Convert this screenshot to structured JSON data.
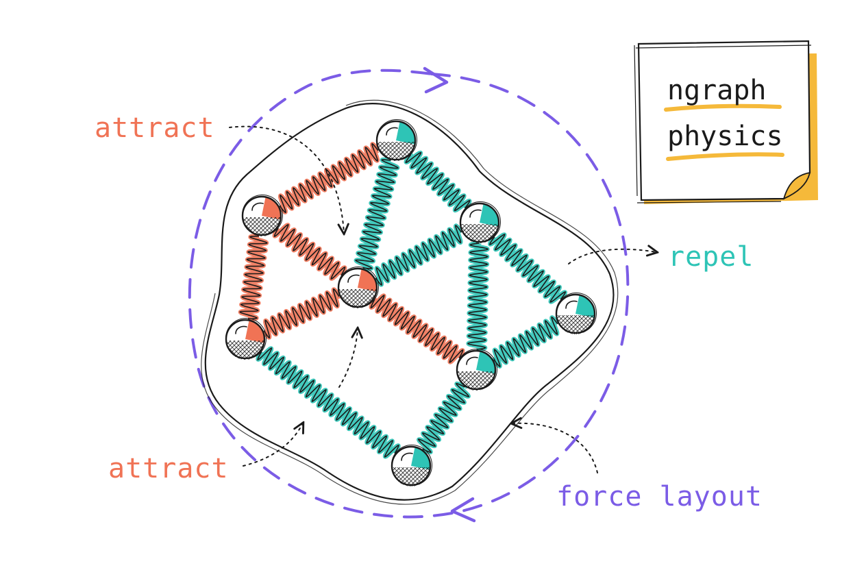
{
  "note": {
    "line1": "ngraph",
    "line2": "physics"
  },
  "labels": {
    "attract_top": "attract",
    "attract_bottom": "attract",
    "repel": "repel",
    "force_layout": "force layout"
  },
  "colors": {
    "attract": "#f07355",
    "repel": "#2ec4b6",
    "force": "#7b5ce6",
    "note_accent": "#f5b93a",
    "ink": "#1a1a1a"
  }
}
